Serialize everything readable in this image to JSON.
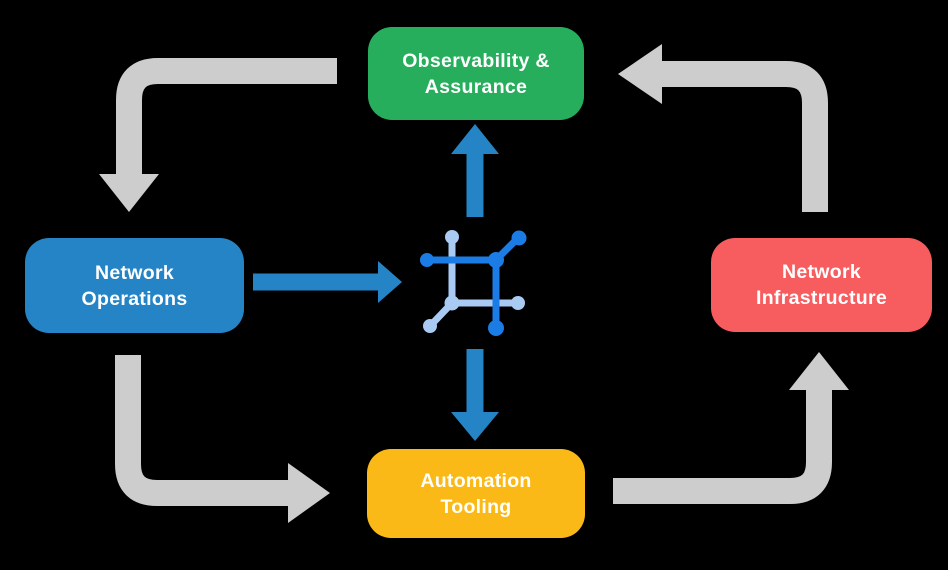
{
  "title": "Network automation operations cycle diagram",
  "colors": {
    "background": "#000000",
    "arrow_gray": "#CDCDCD",
    "arrow_blue": "#2584C6",
    "icon_dark": "#1C7CE5",
    "icon_light": "#A9CBF3",
    "box_green": "#27AE5C",
    "box_blue": "#2584C6",
    "box_red": "#F75C5F",
    "box_yellow": "#FBB917",
    "text": "#FFFFFF"
  },
  "boxes": {
    "observability": {
      "label": "Observability & Assurance",
      "line1": "Observability &",
      "line2": "Assurance"
    },
    "operations": {
      "label": "Network Operations",
      "line1": "Network",
      "line2": "Operations"
    },
    "infrastructure": {
      "label": "Network Infrastructure",
      "line1": "Network",
      "line2": "Infrastructure"
    },
    "automation": {
      "label": "Automation Tooling",
      "line1": "Automation",
      "line2": "Tooling"
    }
  },
  "center_icon": {
    "name": "network-fabric-icon",
    "description": "square mesh node icon with connector dots"
  },
  "edges": [
    {
      "from": "Observability & Assurance",
      "to": "Network Operations",
      "style": "gray-elbow-arrow"
    },
    {
      "from": "Network Operations",
      "to": "Automation Tooling",
      "style": "gray-elbow-arrow"
    },
    {
      "from": "Automation Tooling",
      "to": "Network Infrastructure",
      "style": "gray-elbow-arrow"
    },
    {
      "from": "Network Infrastructure",
      "to": "Observability & Assurance",
      "style": "gray-elbow-arrow"
    },
    {
      "from": "Network Operations",
      "to": "center-icon",
      "style": "blue-straight-arrow"
    },
    {
      "from": "center-icon",
      "to": "Observability & Assurance",
      "style": "blue-straight-arrow"
    },
    {
      "from": "center-icon",
      "to": "Automation Tooling",
      "style": "blue-straight-arrow"
    }
  ]
}
